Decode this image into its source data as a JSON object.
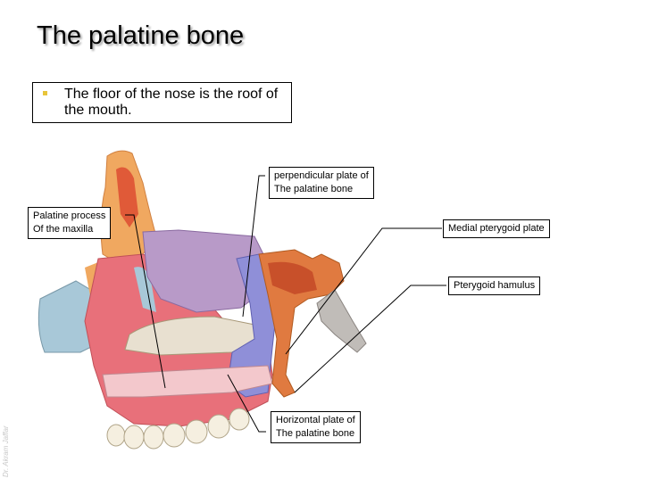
{
  "slide": {
    "title": "The palatine bone",
    "bullets": [
      {
        "text": "The floor of the nose is the roof of the mouth.",
        "marker_color": "#e8c53a"
      }
    ],
    "watermark": "Dr. Akram Jaffar"
  },
  "figure": {
    "description": "Sagittal view of the lateral nasal wall and hard palate, colored bones",
    "labels": [
      {
        "id": "palatine-process-maxilla",
        "line1": "Palatine process",
        "line2": "Of the maxilla"
      },
      {
        "id": "perpendicular-plate",
        "line1": "perpendicular plate of",
        "line2": "The palatine bone"
      },
      {
        "id": "medial-pterygoid-plate",
        "line1": "Medial pterygoid plate"
      },
      {
        "id": "pterygoid-hamulus",
        "line1": "Pterygoid hamulus"
      },
      {
        "id": "horizontal-plate",
        "line1": "Horizontal plate of",
        "line2": "The palatine bone"
      }
    ],
    "colors": {
      "maxilla": "#e8707a",
      "palatine": "#8f8fd8",
      "ethmoid": "#b89ac8",
      "sphenoid": "#e07a40",
      "frontal": "#f0a860",
      "nasal": "#a8c8d8",
      "vomer": "#e8e0d0",
      "teeth": "#f5efe0"
    }
  }
}
